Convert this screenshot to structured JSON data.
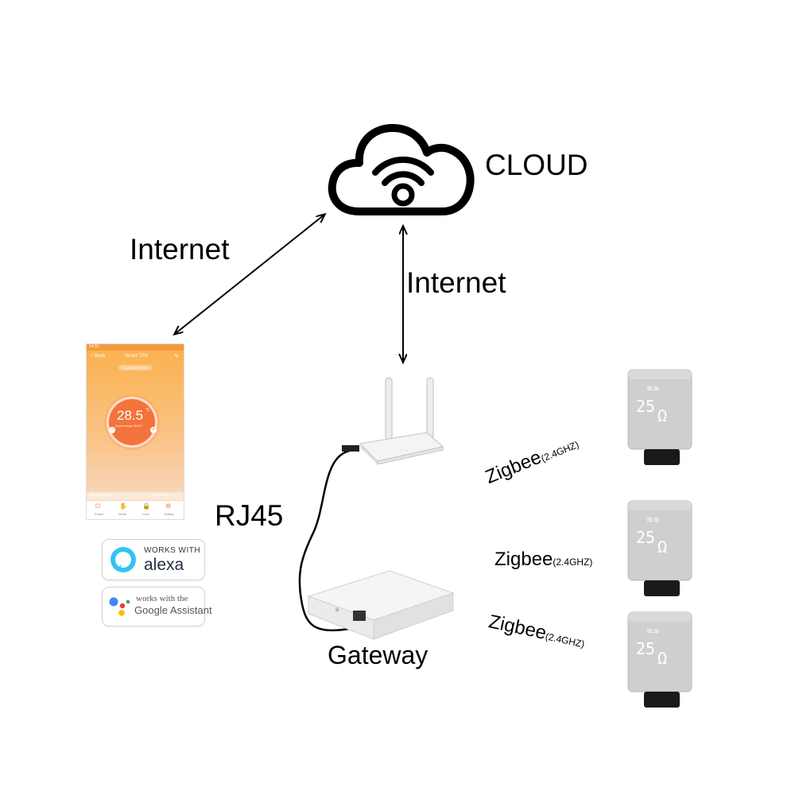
{
  "cloud": {
    "label": "CLOUD"
  },
  "links": {
    "internet_left": "Internet",
    "internet_center": "Internet",
    "rj45": "RJ45"
  },
  "gateway": {
    "label": "Gateway"
  },
  "zigbee": [
    {
      "name": "Zigbee",
      "band": "(2.4GHZ)"
    },
    {
      "name": "Zigbee",
      "band": "(2.4GHZ)"
    },
    {
      "name": "Zigbee",
      "band": "(2.4GHZ)"
    }
  ],
  "phone": {
    "status_time": "14:31",
    "back": "< Back",
    "title": "Smart TRV",
    "pill": "Equipment Normal",
    "temperature": "28.5",
    "temperature_unit": "°C",
    "current_temp": "Current Temp: 18.0°C",
    "minus": "−",
    "plus": "+",
    "heating_gear": "Heating gear",
    "mode_value": "Automatic >",
    "nav": [
      "Power",
      "Mode",
      "Lock",
      "Setting"
    ]
  },
  "badges": {
    "alexa_top": "WORKS WITH",
    "alexa_brand": "alexa",
    "google_top": "works with the",
    "google_brand": "Google Assistant"
  },
  "colors": {
    "phone_gradient_top": "#fbb04a",
    "phone_gradient_bottom": "#f7d6b8",
    "dial": "#f4733a",
    "alexa_blue": "#31c4f3",
    "device_grey": "#cfcfcf"
  }
}
